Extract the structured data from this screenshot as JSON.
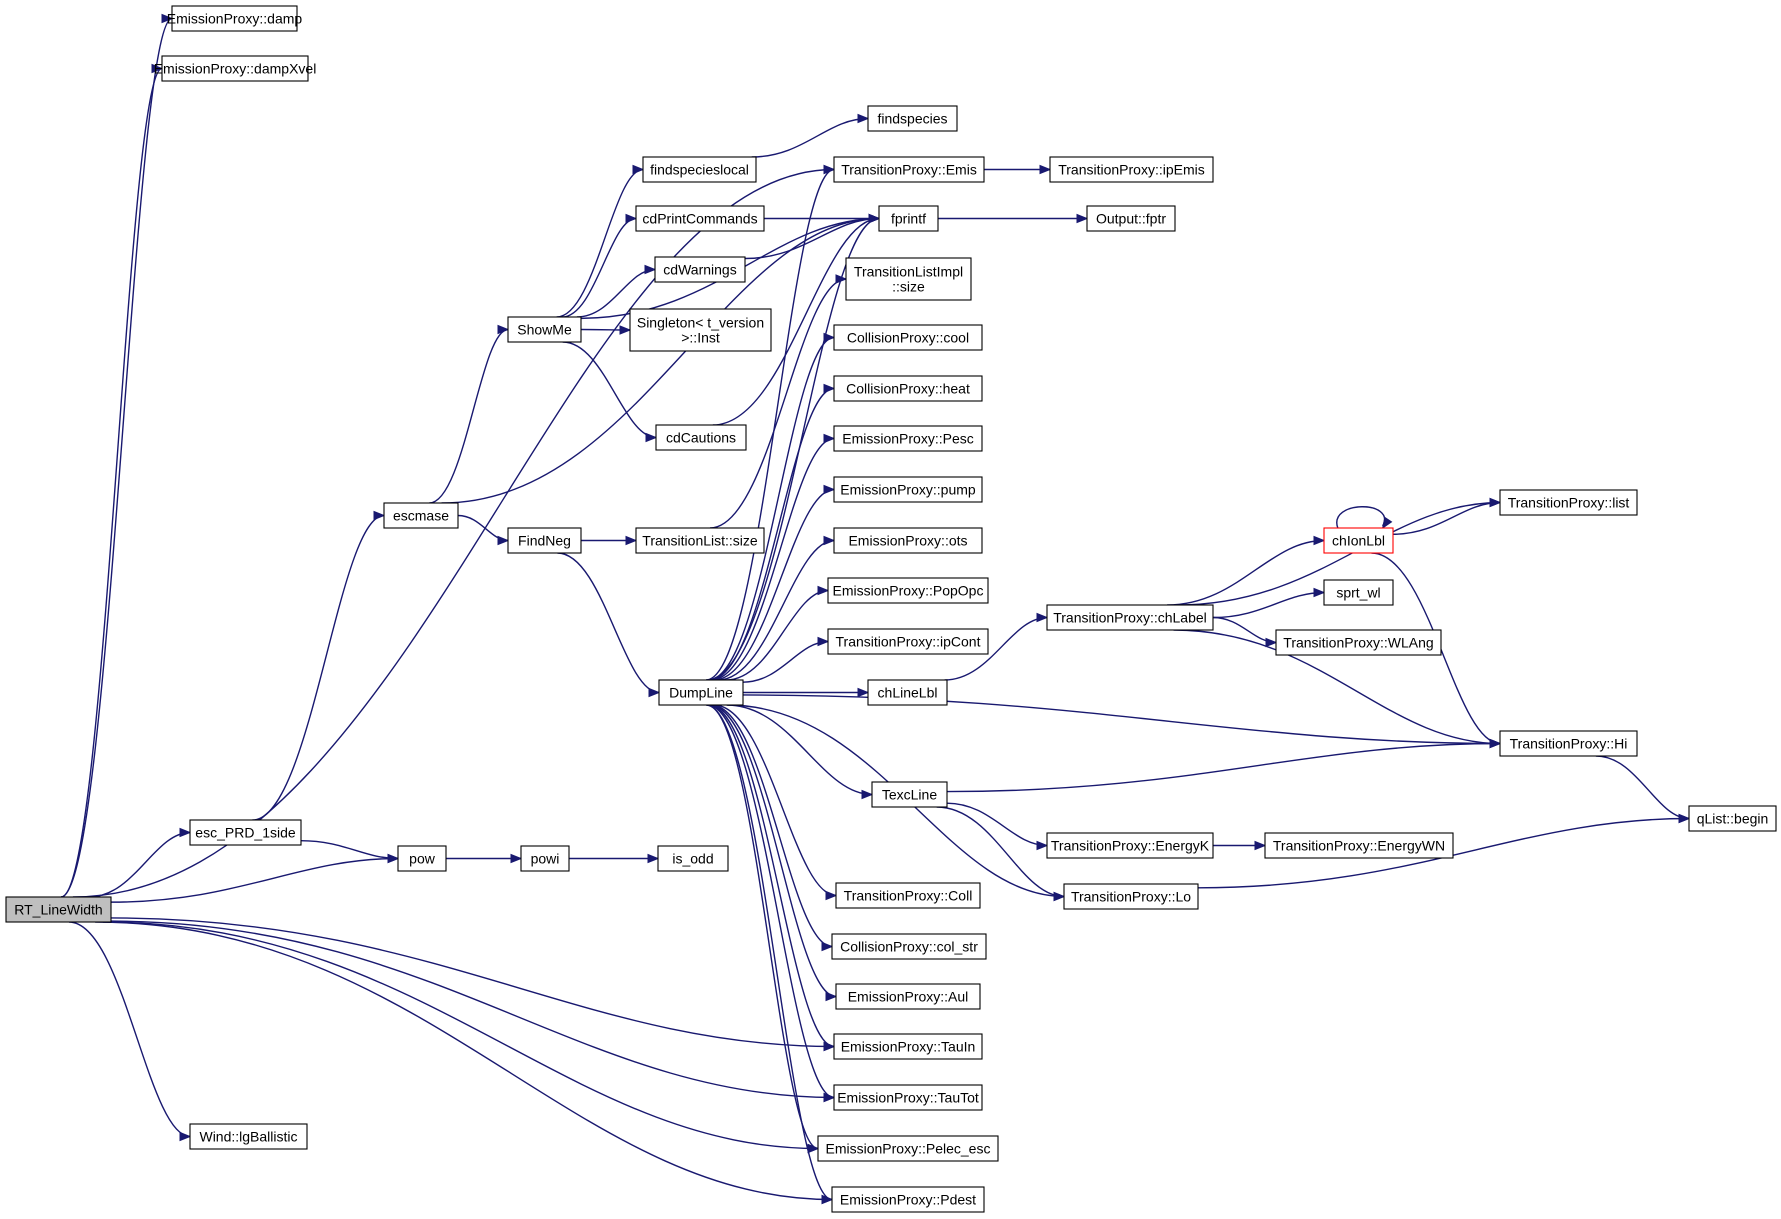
{
  "edge_color": "#191970",
  "root_fill": "#bfbfbf",
  "recursive_marker_color": "#ff0000",
  "nodes": [
    {
      "id": "RT_LineWidth",
      "lines": [
        "RT_LineWidth"
      ],
      "root": true
    },
    {
      "id": "damp",
      "lines": [
        "EmissionProxy::damp"
      ]
    },
    {
      "id": "dampXvel",
      "lines": [
        "EmissionProxy::dampXvel"
      ]
    },
    {
      "id": "esc_PRD_1side",
      "lines": [
        "esc_PRD_1side"
      ]
    },
    {
      "id": "pow",
      "lines": [
        "pow"
      ]
    },
    {
      "id": "powi",
      "lines": [
        "powi"
      ]
    },
    {
      "id": "is_odd",
      "lines": [
        "is_odd"
      ]
    },
    {
      "id": "lgBallistic",
      "lines": [
        "Wind::lgBallistic"
      ]
    },
    {
      "id": "escmase",
      "lines": [
        "escmase"
      ]
    },
    {
      "id": "ShowMe",
      "lines": [
        "ShowMe"
      ]
    },
    {
      "id": "FindNeg",
      "lines": [
        "FindNeg"
      ]
    },
    {
      "id": "findspecieslocal",
      "lines": [
        "findspecieslocal"
      ]
    },
    {
      "id": "cdPrintCommands",
      "lines": [
        "cdPrintCommands"
      ]
    },
    {
      "id": "cdWarnings",
      "lines": [
        "cdWarnings"
      ]
    },
    {
      "id": "SingletonInst",
      "lines": [
        "Singleton< t_version",
        ">::Inst"
      ]
    },
    {
      "id": "cdCautions",
      "lines": [
        "cdCautions"
      ]
    },
    {
      "id": "TLsize",
      "lines": [
        "TransitionList::size"
      ]
    },
    {
      "id": "DumpLine",
      "lines": [
        "DumpLine"
      ]
    },
    {
      "id": "findspecies",
      "lines": [
        "findspecies"
      ]
    },
    {
      "id": "Emis",
      "lines": [
        "TransitionProxy::Emis"
      ]
    },
    {
      "id": "ipEmis",
      "lines": [
        "TransitionProxy::ipEmis"
      ]
    },
    {
      "id": "fprintf",
      "lines": [
        "fprintf"
      ]
    },
    {
      "id": "fptr",
      "lines": [
        "Output::fptr"
      ]
    },
    {
      "id": "TLIsize",
      "lines": [
        "TransitionListImpl",
        "::size"
      ]
    },
    {
      "id": "cool",
      "lines": [
        "CollisionProxy::cool"
      ]
    },
    {
      "id": "heat",
      "lines": [
        "CollisionProxy::heat"
      ]
    },
    {
      "id": "Pesc",
      "lines": [
        "EmissionProxy::Pesc"
      ]
    },
    {
      "id": "pump",
      "lines": [
        "EmissionProxy::pump"
      ]
    },
    {
      "id": "ots",
      "lines": [
        "EmissionProxy::ots"
      ]
    },
    {
      "id": "PopOpc",
      "lines": [
        "EmissionProxy::PopOpc"
      ]
    },
    {
      "id": "ipCont",
      "lines": [
        "TransitionProxy::ipCont"
      ]
    },
    {
      "id": "chLineLbl",
      "lines": [
        "chLineLbl"
      ]
    },
    {
      "id": "TexcLine",
      "lines": [
        "TexcLine"
      ]
    },
    {
      "id": "Coll",
      "lines": [
        "TransitionProxy::Coll"
      ]
    },
    {
      "id": "col_str",
      "lines": [
        "CollisionProxy::col_str"
      ]
    },
    {
      "id": "Aul",
      "lines": [
        "EmissionProxy::Aul"
      ]
    },
    {
      "id": "TauIn",
      "lines": [
        "EmissionProxy::TauIn"
      ]
    },
    {
      "id": "TauTot",
      "lines": [
        "EmissionProxy::TauTot"
      ]
    },
    {
      "id": "Pelec_esc",
      "lines": [
        "EmissionProxy::Pelec_esc"
      ]
    },
    {
      "id": "Pdest",
      "lines": [
        "EmissionProxy::Pdest"
      ]
    },
    {
      "id": "chLabel",
      "lines": [
        "TransitionProxy::chLabel"
      ]
    },
    {
      "id": "chIonLbl",
      "lines": [
        "chIonLbl"
      ],
      "recursive": true
    },
    {
      "id": "list",
      "lines": [
        "TransitionProxy::list"
      ]
    },
    {
      "id": "sprt_wl",
      "lines": [
        "sprt_wl"
      ]
    },
    {
      "id": "WLAng",
      "lines": [
        "TransitionProxy::WLAng"
      ]
    },
    {
      "id": "Hi",
      "lines": [
        "TransitionProxy::Hi"
      ]
    },
    {
      "id": "qListbegin",
      "lines": [
        "qList::begin"
      ]
    },
    {
      "id": "EnergyK",
      "lines": [
        "TransitionProxy::EnergyK"
      ]
    },
    {
      "id": "EnergyWN",
      "lines": [
        "TransitionProxy::EnergyWN"
      ]
    },
    {
      "id": "Lo",
      "lines": [
        "TransitionProxy::Lo"
      ]
    }
  ],
  "edges": [
    [
      "RT_LineWidth",
      "damp"
    ],
    [
      "RT_LineWidth",
      "dampXvel"
    ],
    [
      "RT_LineWidth",
      "Emis"
    ],
    [
      "RT_LineWidth",
      "esc_PRD_1side"
    ],
    [
      "RT_LineWidth",
      "pow"
    ],
    [
      "RT_LineWidth",
      "TauIn"
    ],
    [
      "RT_LineWidth",
      "TauTot"
    ],
    [
      "RT_LineWidth",
      "Pelec_esc"
    ],
    [
      "RT_LineWidth",
      "Pdest"
    ],
    [
      "RT_LineWidth",
      "lgBallistic"
    ],
    [
      "esc_PRD_1side",
      "escmase"
    ],
    [
      "esc_PRD_1side",
      "pow"
    ],
    [
      "pow",
      "powi"
    ],
    [
      "powi",
      "is_odd"
    ],
    [
      "escmase",
      "ShowMe"
    ],
    [
      "escmase",
      "FindNeg"
    ],
    [
      "escmase",
      "fprintf"
    ],
    [
      "ShowMe",
      "findspecieslocal"
    ],
    [
      "ShowMe",
      "cdPrintCommands"
    ],
    [
      "ShowMe",
      "cdWarnings"
    ],
    [
      "ShowMe",
      "SingletonInst"
    ],
    [
      "ShowMe",
      "cdCautions"
    ],
    [
      "ShowMe",
      "fprintf"
    ],
    [
      "findspecieslocal",
      "findspecies"
    ],
    [
      "cdPrintCommands",
      "fprintf"
    ],
    [
      "cdWarnings",
      "fprintf"
    ],
    [
      "cdCautions",
      "fprintf"
    ],
    [
      "FindNeg",
      "TLsize"
    ],
    [
      "FindNeg",
      "DumpLine"
    ],
    [
      "TLsize",
      "TLIsize"
    ],
    [
      "DumpLine",
      "Emis"
    ],
    [
      "DumpLine",
      "fprintf"
    ],
    [
      "DumpLine",
      "cool"
    ],
    [
      "DumpLine",
      "heat"
    ],
    [
      "DumpLine",
      "Pesc"
    ],
    [
      "DumpLine",
      "pump"
    ],
    [
      "DumpLine",
      "ots"
    ],
    [
      "DumpLine",
      "PopOpc"
    ],
    [
      "DumpLine",
      "ipCont"
    ],
    [
      "DumpLine",
      "chLineLbl"
    ],
    [
      "DumpLine",
      "Hi"
    ],
    [
      "DumpLine",
      "TexcLine"
    ],
    [
      "DumpLine",
      "Lo"
    ],
    [
      "DumpLine",
      "Coll"
    ],
    [
      "DumpLine",
      "col_str"
    ],
    [
      "DumpLine",
      "Aul"
    ],
    [
      "DumpLine",
      "TauIn"
    ],
    [
      "DumpLine",
      "TauTot"
    ],
    [
      "DumpLine",
      "Pelec_esc"
    ],
    [
      "DumpLine",
      "Pdest"
    ],
    [
      "Emis",
      "ipEmis"
    ],
    [
      "fprintf",
      "fptr"
    ],
    [
      "chLineLbl",
      "chLabel"
    ],
    [
      "chLabel",
      "list"
    ],
    [
      "chLabel",
      "chIonLbl"
    ],
    [
      "chLabel",
      "sprt_wl"
    ],
    [
      "chLabel",
      "WLAng"
    ],
    [
      "chLabel",
      "Hi"
    ],
    [
      "chIonLbl",
      "chIonLbl"
    ],
    [
      "chIonLbl",
      "list"
    ],
    [
      "chIonLbl",
      "Hi"
    ],
    [
      "TexcLine",
      "Hi"
    ],
    [
      "TexcLine",
      "EnergyK"
    ],
    [
      "TexcLine",
      "Lo"
    ],
    [
      "EnergyK",
      "EnergyWN"
    ],
    [
      "Hi",
      "qListbegin"
    ],
    [
      "Lo",
      "qListbegin"
    ]
  ]
}
